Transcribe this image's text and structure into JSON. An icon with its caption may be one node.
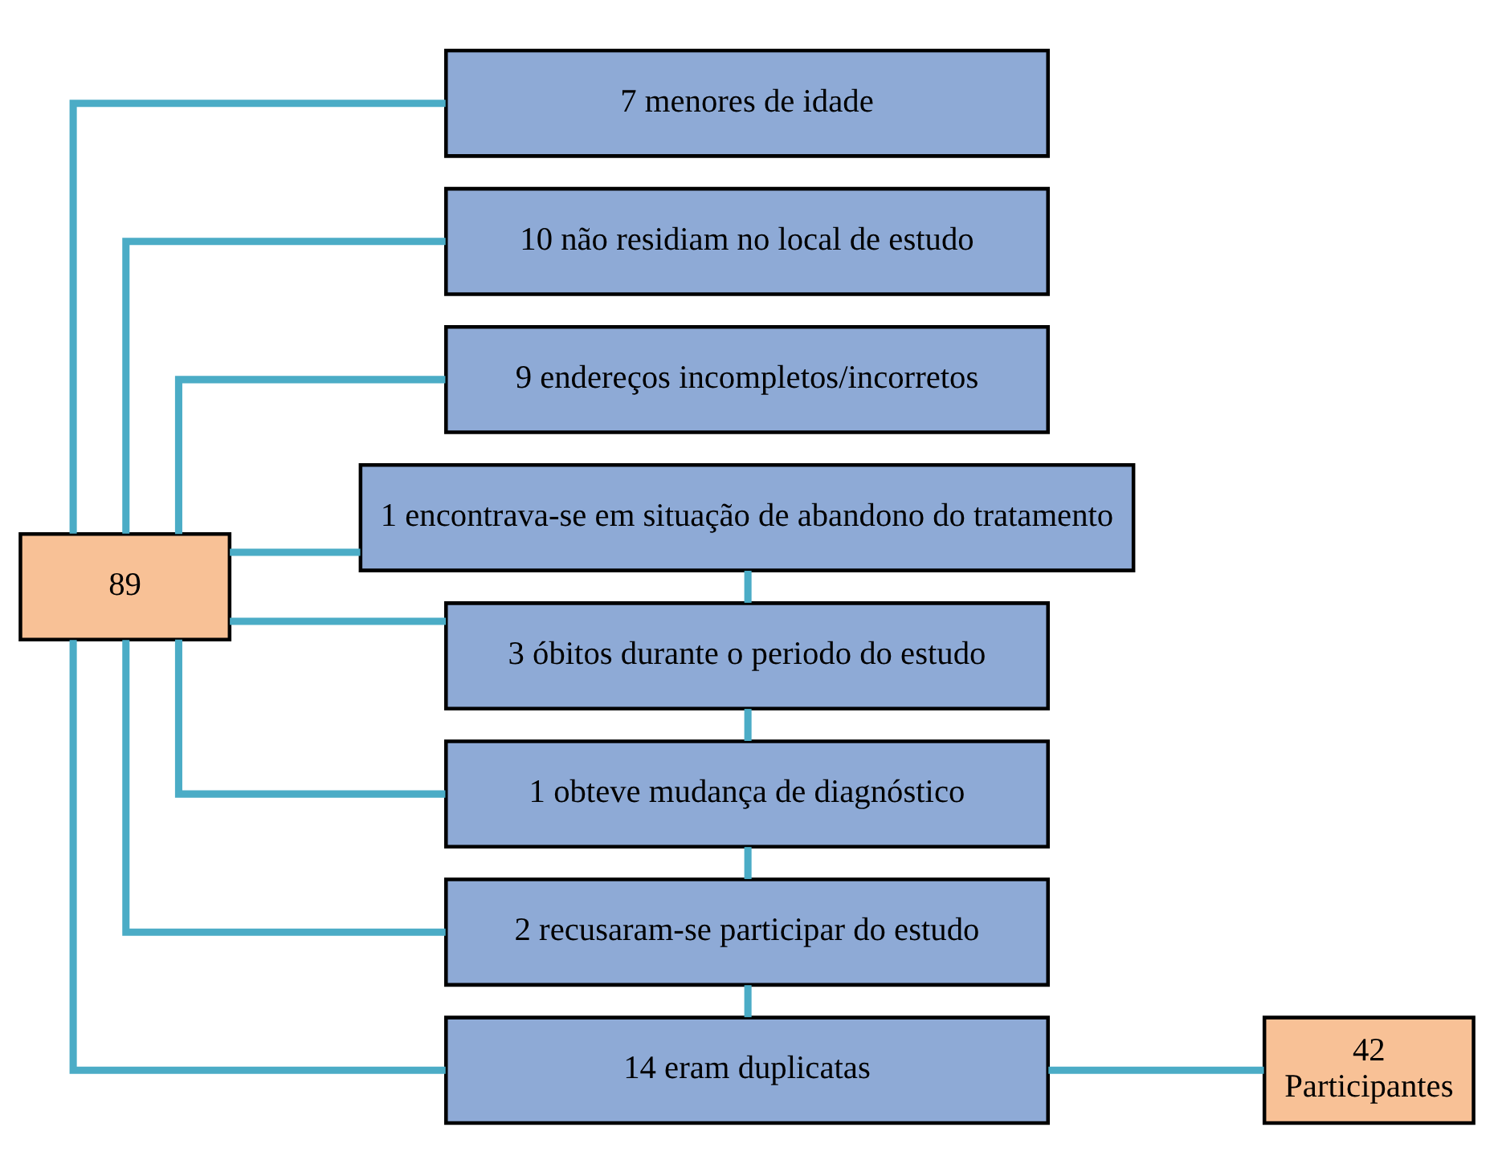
{
  "diagram": {
    "nodes": [
      {
        "text": [
          "89"
        ]
      },
      {
        "text": [
          "7 menores de idade"
        ]
      },
      {
        "text": [
          "10 não residiam no local de estudo"
        ]
      },
      {
        "text": [
          "9 endereços incompletos/incorretos"
        ]
      },
      {
        "text": [
          "1 encontrava-se em situação de abandono do tratamento"
        ]
      },
      {
        "text": [
          "3 óbitos durante o periodo do estudo"
        ]
      },
      {
        "text": [
          "1 obteve mudança de diagnóstico"
        ]
      },
      {
        "text": [
          "2 recusaram-se participar do estudo"
        ]
      },
      {
        "text": [
          "14 eram duplicatas"
        ]
      },
      {
        "text": [
          "42",
          "Participantes"
        ]
      }
    ],
    "edges": [
      {
        "from": 0,
        "to": 1,
        "arrow": "none"
      },
      {
        "from": 0,
        "to": 2,
        "arrow": "none"
      },
      {
        "from": 0,
        "to": 3,
        "arrow": "none"
      },
      {
        "from": 0,
        "to": 4,
        "arrow": "none"
      },
      {
        "from": 0,
        "to": 5,
        "arrow": "none"
      },
      {
        "from": 0,
        "to": 6,
        "arrow": "none"
      },
      {
        "from": 0,
        "to": 7,
        "arrow": "none"
      },
      {
        "from": 0,
        "to": 8,
        "arrow": "none"
      },
      {
        "from": 4,
        "to": 5,
        "arrow": "none"
      },
      {
        "from": 5,
        "to": 6,
        "arrow": "none"
      },
      {
        "from": 6,
        "to": 7,
        "arrow": "none"
      },
      {
        "from": 7,
        "to": 8,
        "arrow": "none"
      },
      {
        "from": 8,
        "to": 9,
        "arrow": "none"
      }
    ]
  }
}
